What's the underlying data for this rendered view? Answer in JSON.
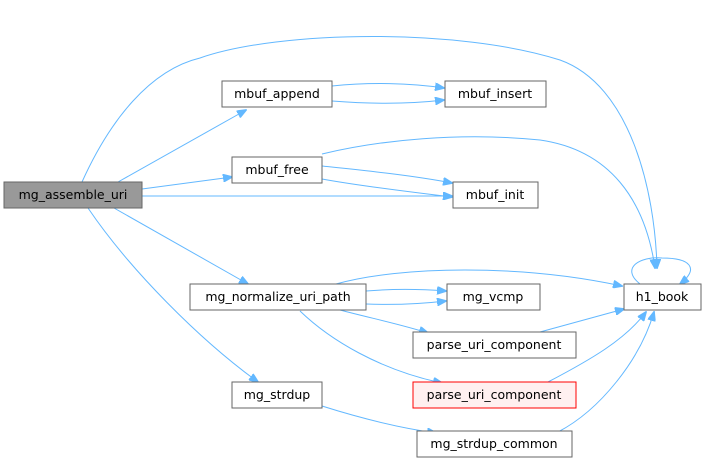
{
  "nodes": {
    "mg_assemble_uri": "mg_assemble_uri",
    "mbuf_append": "mbuf_append",
    "mbuf_insert": "mbuf_insert",
    "mbuf_free": "mbuf_free",
    "mbuf_init": "mbuf_init",
    "h1_book": "h1_book",
    "mg_normalize_uri_path": "mg_normalize_uri_path",
    "mg_vcmp": "mg_vcmp",
    "parse_uri_component_1": "parse_uri_component",
    "parse_uri_component_2": "parse_uri_component",
    "mg_strdup": "mg_strdup",
    "mg_strdup_common": "mg_strdup_common"
  },
  "colors": {
    "edge": "#63b8ff",
    "root_fill": "#999999",
    "highlight_border": "#ff0000"
  }
}
